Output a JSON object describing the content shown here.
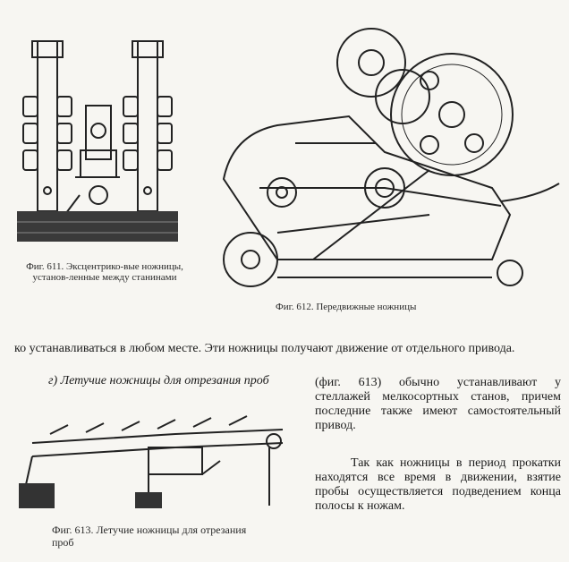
{
  "figures": {
    "fig611": {
      "caption": "Фиг. 611. Эксцентрико-вые ножницы, установ-ленные между станинами"
    },
    "fig612": {
      "caption": "Фиг. 612. Передвижные ножницы"
    },
    "fig613": {
      "caption": "Фиг. 613. Летучие ножницы для отрезания проб"
    }
  },
  "text": {
    "para1": "ко устанавливаться в любом месте. Эти ножницы получают движение от отдельного привода.",
    "para2_italic": "г) Летучие ножницы для отрезания проб",
    "para2_rest": "(фиг. 613) обычно устанавливают у стеллажей мелкосортных станов, причем последние также имеют самостоятельный привод.",
    "para3": "Так как ножницы в период прокатки находятся все время в движении, взятие пробы осуществляется подведением конца полосы к ножам."
  }
}
